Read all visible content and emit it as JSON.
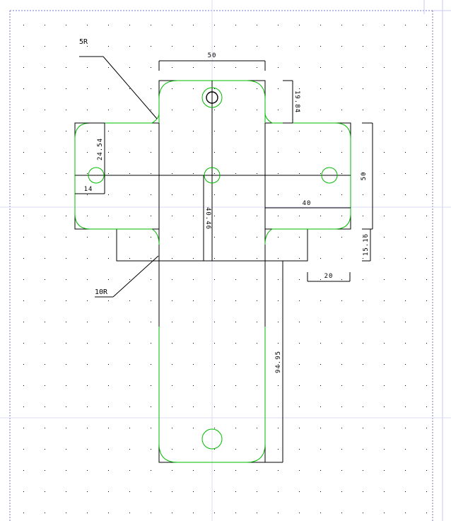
{
  "colors": {
    "background": "#ffffff",
    "grid_dot": "#000000",
    "page_border": "#7777cc",
    "guide_line": "#c8c8ee",
    "outline": "#000000",
    "cut_line": "#00bb00"
  },
  "labels": {
    "radius_small": "5R",
    "radius_large": "10R"
  },
  "dimensions": {
    "top_width": "50",
    "top_tab_height": "19.84",
    "side_height": "50",
    "left_offset": "24.54",
    "left_hole_offset": "14",
    "center_length": "40.46",
    "right_arm_length": "40",
    "lower_flap_height": "15.16",
    "lower_flap_width": "20",
    "bottom_length": "94.95"
  }
}
